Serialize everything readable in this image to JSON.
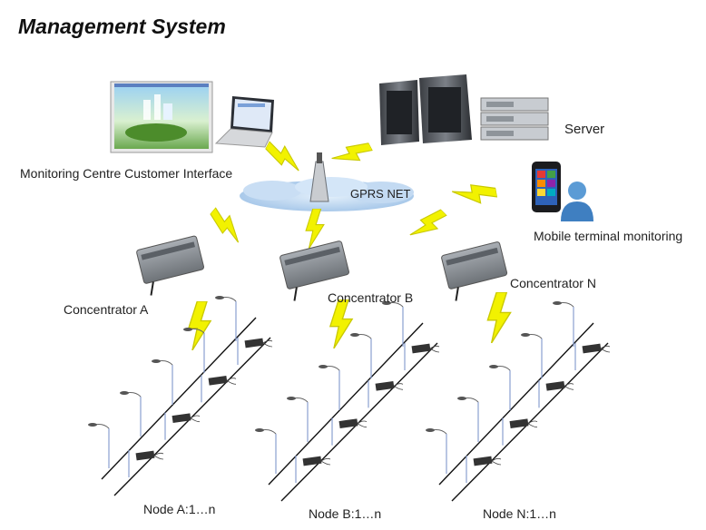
{
  "title": "Management System",
  "labels": {
    "monitoring_centre": "Monitoring Centre Customer Interface",
    "server": "Server",
    "network": "GPRS NET",
    "mobile": "Mobile terminal monitoring",
    "concentrator_a": "Concentrator  A",
    "concentrator_b": "Concentrator  B",
    "concentrator_n": "Concentrator  N",
    "node_a": "Node  A:1…n",
    "node_b": "Node  B:1…n",
    "node_n": "Node  N:1…n"
  },
  "icons": {
    "monitoring_screen": "monitoring-screen-icon",
    "laptop": "laptop-icon",
    "server": "server-rack-icon",
    "tower": "antenna-tower-icon",
    "cloud": "cloud-icon",
    "phone": "smartphone-icon",
    "person": "person-icon",
    "concentrator": "concentrator-device-icon",
    "lightning": "wireless-signal-icon",
    "streetlight": "street-light-icon",
    "node": "node-controller-icon"
  },
  "colors": {
    "lightning": "#f2f200",
    "lightning_edge": "#c9c900",
    "cloud": "#bcd7f2",
    "device": "#8a8f95",
    "lamp_line": "#8aa0d0",
    "node_box": "#333333"
  }
}
